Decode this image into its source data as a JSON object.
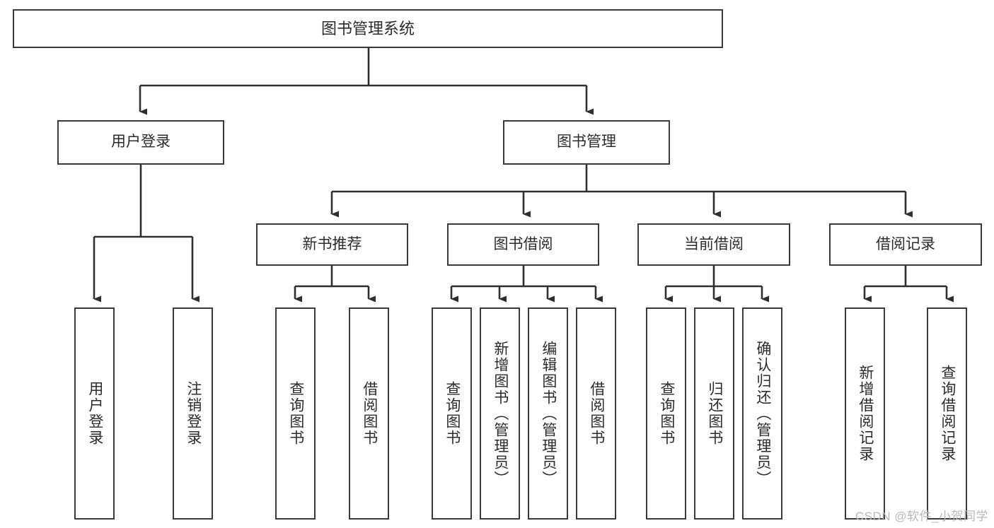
{
  "diagram": {
    "title": "图书管理系统",
    "type": "tree-hierarchy-chart",
    "stroke_color": "#3a3a3a",
    "text_color": "#2b2b2b",
    "background_color": "#ffffff",
    "root": {
      "label": "图书管理系统"
    },
    "level2": [
      {
        "label": "用户登录"
      },
      {
        "label": "图书管理"
      }
    ],
    "level3": [
      {
        "label": "新书推荐"
      },
      {
        "label": "图书借阅"
      },
      {
        "label": "当前借阅"
      },
      {
        "label": "借阅记录"
      }
    ],
    "leaves": {
      "user_login": [
        {
          "label": "用户登录"
        },
        {
          "label": "注销登录"
        }
      ],
      "new_book_recommend": [
        {
          "label": "查询图书"
        },
        {
          "label": "借阅图书"
        }
      ],
      "book_borrow": [
        {
          "label": "查询图书"
        },
        {
          "label": "新增图书（管理员）"
        },
        {
          "label": "编辑图书（管理员）"
        },
        {
          "label": "借阅图书"
        }
      ],
      "current_borrow": [
        {
          "label": "查询图书"
        },
        {
          "label": "归还图书"
        },
        {
          "label": "确认归还（管理员）"
        }
      ],
      "borrow_record": [
        {
          "label": "新增借阅记录"
        },
        {
          "label": "查询借阅记录"
        }
      ]
    }
  },
  "watermark": {
    "text": "CSDN @软件_小贺同学"
  }
}
